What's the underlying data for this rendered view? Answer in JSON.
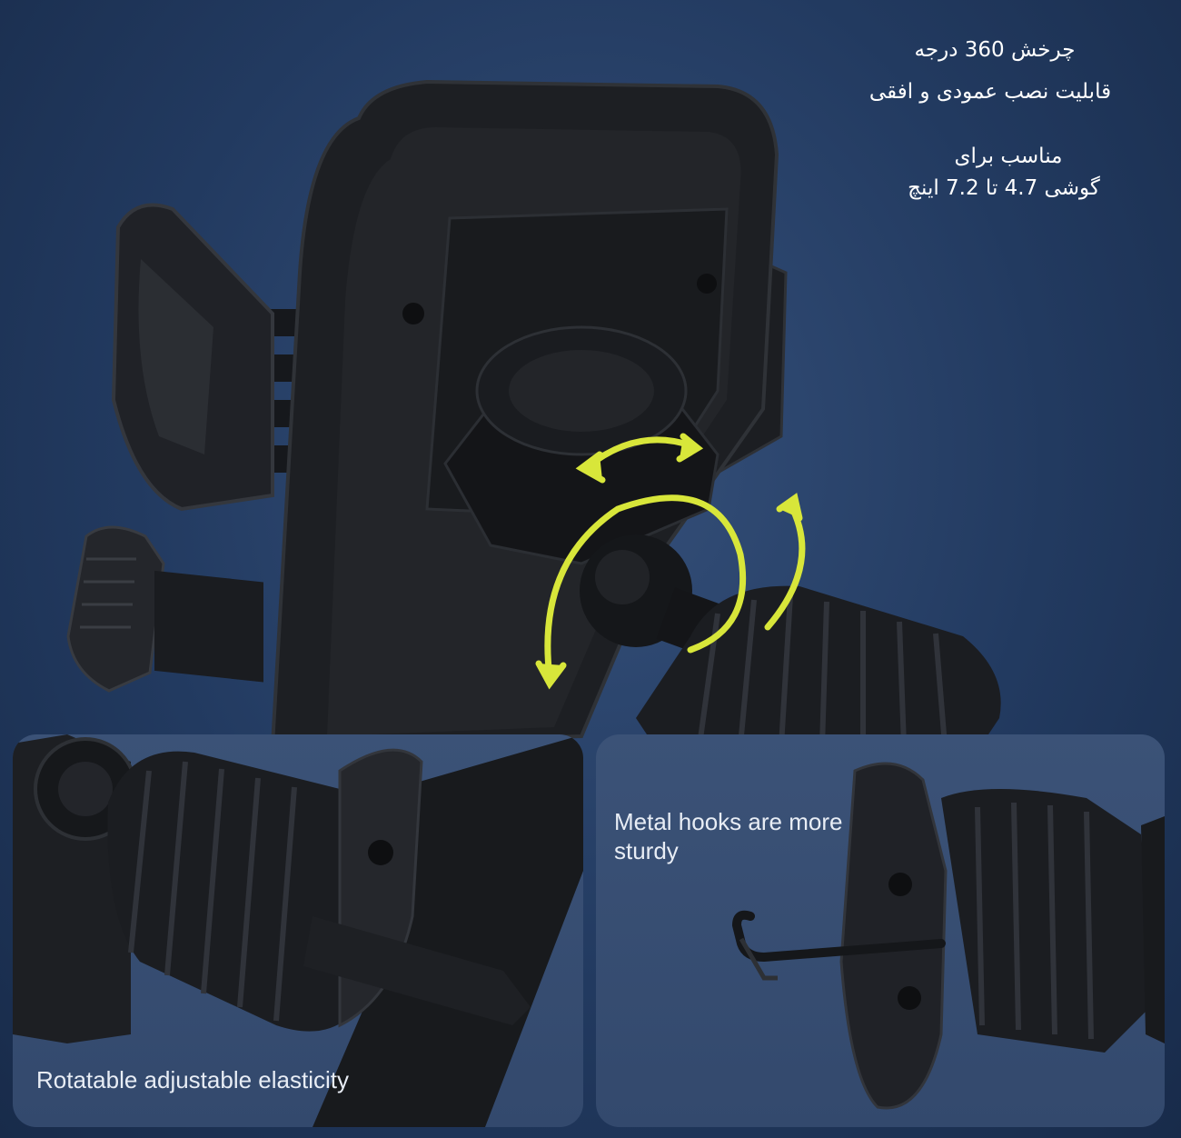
{
  "features_fa": [
    "چرخش 360 درجه",
    "قابلیت نصب عمودی و افقی",
    "مناسب برای",
    "گوشی 4.7 تا 7.2 اینچ"
  ],
  "panels": {
    "left_caption": "Rotatable adjustable elasticity",
    "right_caption": "Metal hooks are more sturdy"
  },
  "colors": {
    "background": "#223a60",
    "panel": "#3b5277",
    "device": "#1c1e22",
    "arrow": "#d8e63a",
    "text": "#ffffff"
  },
  "icons": [
    "rotation-arrow-icon",
    "ball-joint-icon",
    "vent-clip-icon",
    "metal-hook-icon"
  ]
}
